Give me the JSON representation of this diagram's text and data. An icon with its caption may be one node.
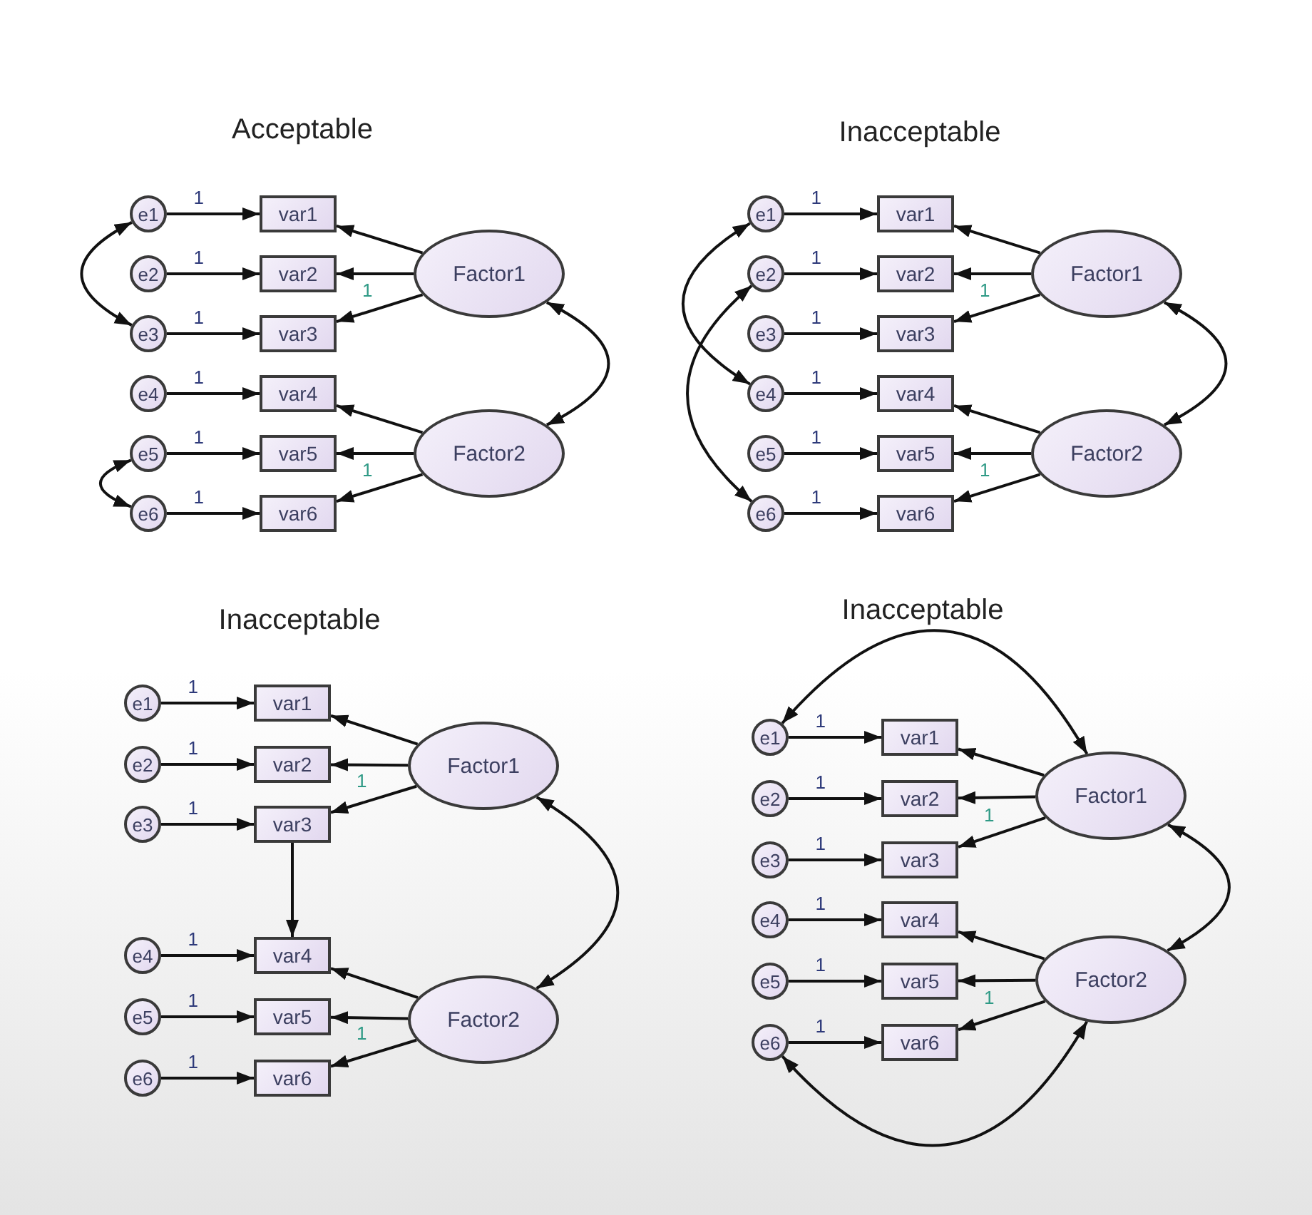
{
  "diagram": {
    "nodes": [
      {
        "text": [
          "e1"
        ]
      },
      {
        "text": [
          "e2"
        ]
      },
      {
        "text": [
          "e3"
        ]
      },
      {
        "text": [
          "e4"
        ]
      },
      {
        "text": [
          "e5"
        ]
      },
      {
        "text": [
          "e6"
        ]
      },
      {
        "text": [
          "var1"
        ]
      },
      {
        "text": [
          "var2"
        ]
      },
      {
        "text": [
          "var3"
        ]
      },
      {
        "text": [
          "var4"
        ]
      },
      {
        "text": [
          "var5"
        ]
      },
      {
        "text": [
          "var6"
        ]
      },
      {
        "text": [
          "Factor1"
        ]
      },
      {
        "text": [
          "Factor2"
        ]
      },
      {
        "text": [
          "e1"
        ]
      },
      {
        "text": [
          "e2"
        ]
      },
      {
        "text": [
          "e3"
        ]
      },
      {
        "text": [
          "e4"
        ]
      },
      {
        "text": [
          "e5"
        ]
      },
      {
        "text": [
          "e6"
        ]
      },
      {
        "text": [
          "var1"
        ]
      },
      {
        "text": [
          "var2"
        ]
      },
      {
        "text": [
          "var3"
        ]
      },
      {
        "text": [
          "var4"
        ]
      },
      {
        "text": [
          "var5"
        ]
      },
      {
        "text": [
          "var6"
        ]
      },
      {
        "text": [
          "Factor1"
        ]
      },
      {
        "text": [
          "Factor2"
        ]
      },
      {
        "text": [
          "e1"
        ]
      },
      {
        "text": [
          "e2"
        ]
      },
      {
        "text": [
          "e3"
        ]
      },
      {
        "text": [
          "e4"
        ]
      },
      {
        "text": [
          "e5"
        ]
      },
      {
        "text": [
          "e6"
        ]
      },
      {
        "text": [
          "var1"
        ]
      },
      {
        "text": [
          "var2"
        ]
      },
      {
        "text": [
          "var3"
        ]
      },
      {
        "text": [
          "var4"
        ]
      },
      {
        "text": [
          "var5"
        ]
      },
      {
        "text": [
          "var6"
        ]
      },
      {
        "text": [
          "Factor1"
        ]
      },
      {
        "text": [
          "Factor2"
        ]
      },
      {
        "text": [
          "e1"
        ]
      },
      {
        "text": [
          "e2"
        ]
      },
      {
        "text": [
          "e3"
        ]
      },
      {
        "text": [
          "e4"
        ]
      },
      {
        "text": [
          "e5"
        ]
      },
      {
        "text": [
          "e6"
        ]
      },
      {
        "text": [
          "var1"
        ]
      },
      {
        "text": [
          "var2"
        ]
      },
      {
        "text": [
          "var3"
        ]
      },
      {
        "text": [
          "var4"
        ]
      },
      {
        "text": [
          "var5"
        ]
      },
      {
        "text": [
          "var6"
        ]
      },
      {
        "text": [
          "Factor1"
        ]
      },
      {
        "text": [
          "Factor2"
        ]
      }
    ],
    "edges": [
      {
        "from": 0,
        "to": 6,
        "arrow": "to",
        "label": "1"
      },
      {
        "from": 1,
        "to": 7,
        "arrow": "to",
        "label": "1"
      },
      {
        "from": 2,
        "to": 8,
        "arrow": "to",
        "label": "1"
      },
      {
        "from": 3,
        "to": 9,
        "arrow": "to",
        "label": "1"
      },
      {
        "from": 4,
        "to": 10,
        "arrow": "to",
        "label": "1"
      },
      {
        "from": 5,
        "to": 11,
        "arrow": "to",
        "label": "1"
      },
      {
        "from": 12,
        "to": 6,
        "arrow": "to"
      },
      {
        "from": 12,
        "to": 7,
        "arrow": "to",
        "label": "1"
      },
      {
        "from": 12,
        "to": 8,
        "arrow": "to"
      },
      {
        "from": 13,
        "to": 9,
        "arrow": "to"
      },
      {
        "from": 13,
        "to": 10,
        "arrow": "to",
        "label": "1"
      },
      {
        "from": 13,
        "to": 11,
        "arrow": "to"
      },
      {
        "from": 12,
        "to": 13,
        "arrow": "both"
      },
      {
        "from": 0,
        "to": 2,
        "arrow": "both"
      },
      {
        "from": 4,
        "to": 5,
        "arrow": "both"
      },
      {
        "from": 14,
        "to": 20,
        "arrow": "to",
        "label": "1"
      },
      {
        "from": 15,
        "to": 21,
        "arrow": "to",
        "label": "1"
      },
      {
        "from": 16,
        "to": 22,
        "arrow": "to",
        "label": "1"
      },
      {
        "from": 17,
        "to": 23,
        "arrow": "to",
        "label": "1"
      },
      {
        "from": 18,
        "to": 24,
        "arrow": "to",
        "label": "1"
      },
      {
        "from": 19,
        "to": 25,
        "arrow": "to",
        "label": "1"
      },
      {
        "from": 26,
        "to": 20,
        "arrow": "to"
      },
      {
        "from": 26,
        "to": 21,
        "arrow": "to",
        "label": "1"
      },
      {
        "from": 26,
        "to": 22,
        "arrow": "to"
      },
      {
        "from": 27,
        "to": 23,
        "arrow": "to"
      },
      {
        "from": 27,
        "to": 24,
        "arrow": "to",
        "label": "1"
      },
      {
        "from": 27,
        "to": 25,
        "arrow": "to"
      },
      {
        "from": 26,
        "to": 27,
        "arrow": "both"
      },
      {
        "from": 14,
        "to": 17,
        "arrow": "both"
      },
      {
        "from": 15,
        "to": 19,
        "arrow": "both"
      },
      {
        "from": 28,
        "to": 34,
        "arrow": "to",
        "label": "1"
      },
      {
        "from": 29,
        "to": 35,
        "arrow": "to",
        "label": "1"
      },
      {
        "from": 30,
        "to": 36,
        "arrow": "to",
        "label": "1"
      },
      {
        "from": 31,
        "to": 37,
        "arrow": "to",
        "label": "1"
      },
      {
        "from": 32,
        "to": 38,
        "arrow": "to",
        "label": "1"
      },
      {
        "from": 33,
        "to": 39,
        "arrow": "to",
        "label": "1"
      },
      {
        "from": 40,
        "to": 34,
        "arrow": "to"
      },
      {
        "from": 40,
        "to": 35,
        "arrow": "to",
        "label": "1"
      },
      {
        "from": 40,
        "to": 36,
        "arrow": "to"
      },
      {
        "from": 41,
        "to": 37,
        "arrow": "to"
      },
      {
        "from": 41,
        "to": 38,
        "arrow": "to",
        "label": "1"
      },
      {
        "from": 41,
        "to": 39,
        "arrow": "to"
      },
      {
        "from": 40,
        "to": 41,
        "arrow": "both"
      },
      {
        "from": 36,
        "to": 37,
        "arrow": "to"
      },
      {
        "from": 42,
        "to": 48,
        "arrow": "to",
        "label": "1"
      },
      {
        "from": 43,
        "to": 49,
        "arrow": "to",
        "label": "1"
      },
      {
        "from": 44,
        "to": 50,
        "arrow": "to",
        "label": "1"
      },
      {
        "from": 45,
        "to": 51,
        "arrow": "to",
        "label": "1"
      },
      {
        "from": 46,
        "to": 52,
        "arrow": "to",
        "label": "1"
      },
      {
        "from": 47,
        "to": 53,
        "arrow": "to",
        "label": "1"
      },
      {
        "from": 54,
        "to": 48,
        "arrow": "to"
      },
      {
        "from": 54,
        "to": 49,
        "arrow": "to",
        "label": "1"
      },
      {
        "from": 54,
        "to": 50,
        "arrow": "to"
      },
      {
        "from": 55,
        "to": 51,
        "arrow": "to"
      },
      {
        "from": 55,
        "to": 52,
        "arrow": "to",
        "label": "1"
      },
      {
        "from": 55,
        "to": 53,
        "arrow": "to"
      },
      {
        "from": 54,
        "to": 55,
        "arrow": "both"
      },
      {
        "from": 42,
        "to": 54,
        "arrow": "both"
      },
      {
        "from": 47,
        "to": 55,
        "arrow": "both"
      }
    ],
    "labels": [
      "Acceptable",
      "Inacceptable",
      "Inacceptable",
      "Inacceptable"
    ]
  }
}
